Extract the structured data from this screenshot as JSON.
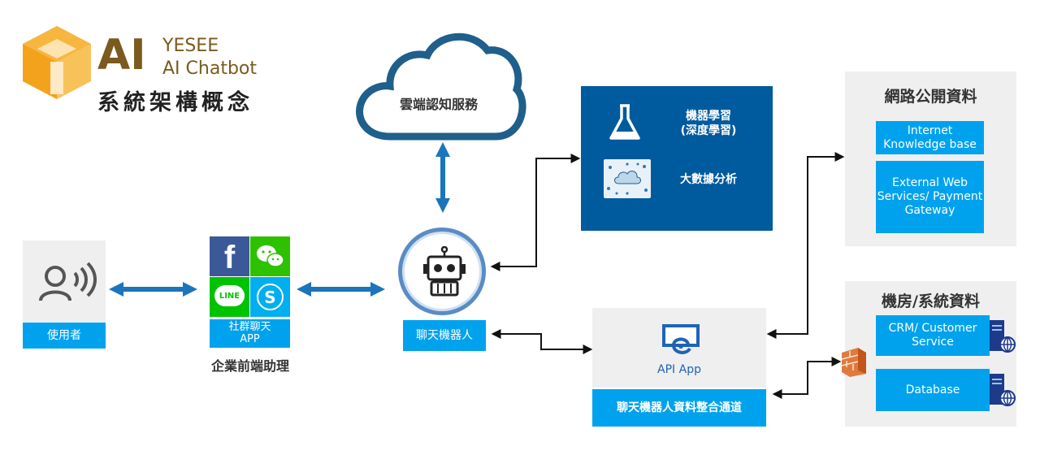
{
  "logo": {
    "mark": "AI",
    "brand": "YESEE",
    "product": "AI Chatbot",
    "subtitle": "系統架構概念"
  },
  "cloud": {
    "label": "雲端認知服務"
  },
  "ml_box": {
    "ml_line1": "機器學習",
    "ml_line2": "(深度學習)",
    "bigdata": "大數據分析"
  },
  "public_panel": {
    "title": "網路公開資料",
    "item1_line1": "Internet",
    "item1_line2": "Knowledge base",
    "item2_line1": "External Web",
    "item2_line2": "Services/ Payment",
    "item2_line3": "Gateway"
  },
  "system_panel": {
    "title": "機房/系統資料",
    "item1_line1": "CRM/ Customer",
    "item1_line2": "Service",
    "item2": "Database"
  },
  "user": {
    "label": "使用者"
  },
  "social": {
    "label_line1": "社群聊天",
    "label_line2": "APP",
    "caption": "企業前端助理",
    "facebook_glyph": "f",
    "line_glyph": "LINE",
    "skype_glyph": "S"
  },
  "bot": {
    "label": "聊天機器人"
  },
  "api": {
    "app_label": "API App",
    "channel_label": "聊天機器人資料整合通道"
  },
  "colors": {
    "accent_blue": "#00a2ed",
    "dark_blue": "#005a9e",
    "logo_brown": "#7a5a1e",
    "logo_orange": "#f3a21b",
    "panel_gray": "#efefef",
    "arrow_blue": "#1b75bb"
  }
}
